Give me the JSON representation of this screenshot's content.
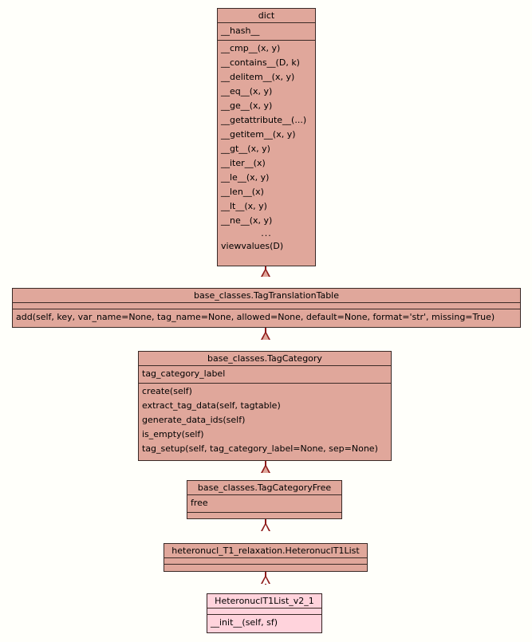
{
  "diagram": {
    "type": "uml-class-diagram",
    "background_color": "#fffffa",
    "class_fill_color": "#e0a79b",
    "highlight_fill_color": "#ffd3dc",
    "border_color": "#3a2a26",
    "relation_color": "#8e1b1b",
    "relation_type": "inheritance"
  },
  "classes": [
    {
      "id": "dict",
      "name": "dict",
      "attributes": [
        "__hash__"
      ],
      "methods": [
        "__cmp__(x, y)",
        "__contains__(D, k)",
        "__delitem__(x, y)",
        "__eq__(x, y)",
        "__ge__(x, y)",
        "__getattribute__(...)",
        "__getitem__(x, y)",
        "__gt__(x, y)",
        "__iter__(x)",
        "__le__(x, y)",
        "__len__(x)",
        "__lt__(x, y)",
        "__ne__(x, y)",
        "...",
        "viewvalues(D)"
      ]
    },
    {
      "id": "tag-translation-table",
      "name": "base_classes.TagTranslationTable",
      "attributes": [],
      "methods": [
        "add(self, key, var_name=None, tag_name=None, allowed=None, default=None, format='str', missing=True)"
      ]
    },
    {
      "id": "tag-category",
      "name": "base_classes.TagCategory",
      "attributes": [
        "tag_category_label"
      ],
      "methods": [
        "create(self)",
        "extract_tag_data(self, tagtable)",
        "generate_data_ids(self)",
        "is_empty(self)",
        "tag_setup(self, tag_category_label=None, sep=None)"
      ]
    },
    {
      "id": "tag-category-free",
      "name": "base_classes.TagCategoryFree",
      "attributes": [
        "free"
      ],
      "methods": []
    },
    {
      "id": "heteronucl-t1-list",
      "name": "heteronucl_T1_relaxation.HeteronuclT1List",
      "attributes": [],
      "methods": []
    },
    {
      "id": "heteronucl-t1-list-v2-1",
      "name": "HeteronuclT1List_v2_1",
      "attributes": [],
      "methods": [
        "__init__(self, sf)"
      ],
      "highlighted": true
    }
  ]
}
